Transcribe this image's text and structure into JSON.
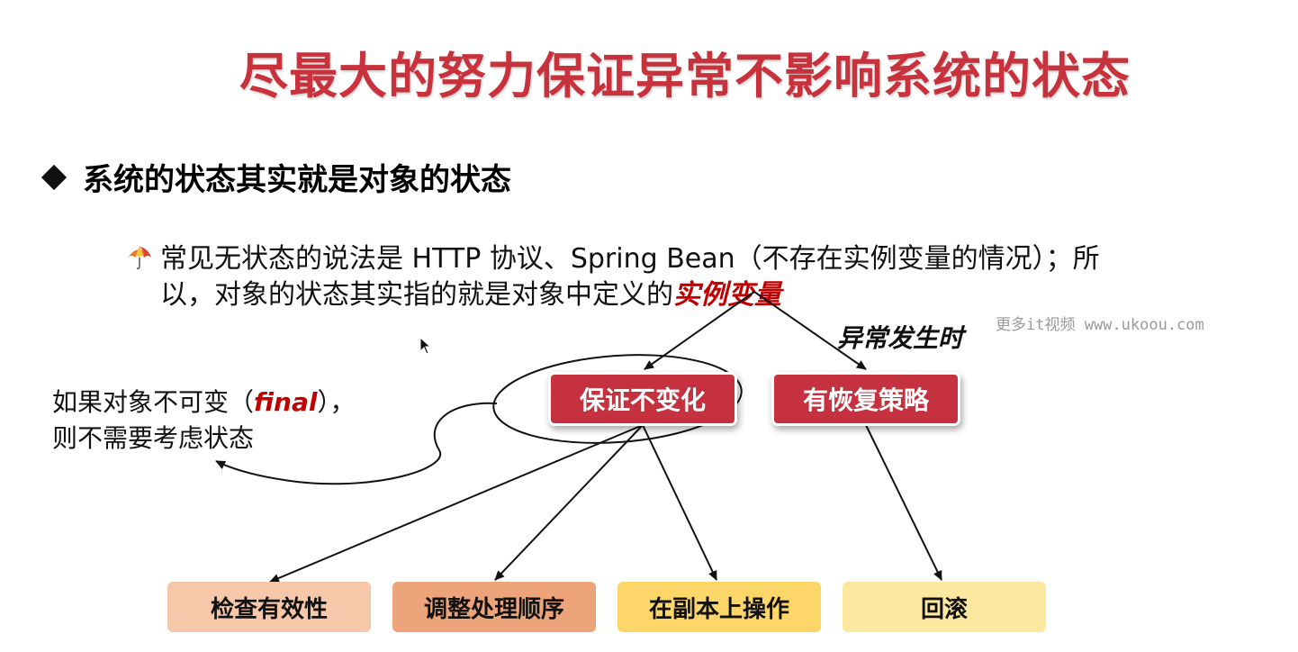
{
  "title": "尽最大的努力保证异常不影响系统的状态",
  "bullet": "系统的状态其实就是对象的状态",
  "paragraph": {
    "line1": "常见无状态的说法是 HTTP 协议、Spring Bean（不存在实例变量的情况）；所",
    "line2_prefix": "以，对象的状态其实指的就是对象中定义的",
    "line2_highlight": "实例变量"
  },
  "watermark": "更多it视频 www.ukoou.com",
  "exception_label": "异常发生时",
  "side_note": {
    "line1_prefix": "如果对象不可变（",
    "line1_final": "final",
    "line1_suffix": "），",
    "line2": "则不需要考虑状态"
  },
  "branches": {
    "left": "保证不变化",
    "right": "有恢复策略"
  },
  "leaves": [
    {
      "label": "检查有效性",
      "color": "#f6c7a8"
    },
    {
      "label": "调整处理顺序",
      "color": "#eda47a"
    },
    {
      "label": "在副本上操作",
      "color": "#fdd66a"
    },
    {
      "label": "回滚",
      "color": "#fde8a0"
    }
  ],
  "colors": {
    "title": "#c8323c",
    "branch_box": "#c5313f",
    "highlight": "#c00000"
  },
  "icons": [
    "umbrella-icon",
    "diamond-bullet-icon",
    "mouse-cursor-icon"
  ]
}
